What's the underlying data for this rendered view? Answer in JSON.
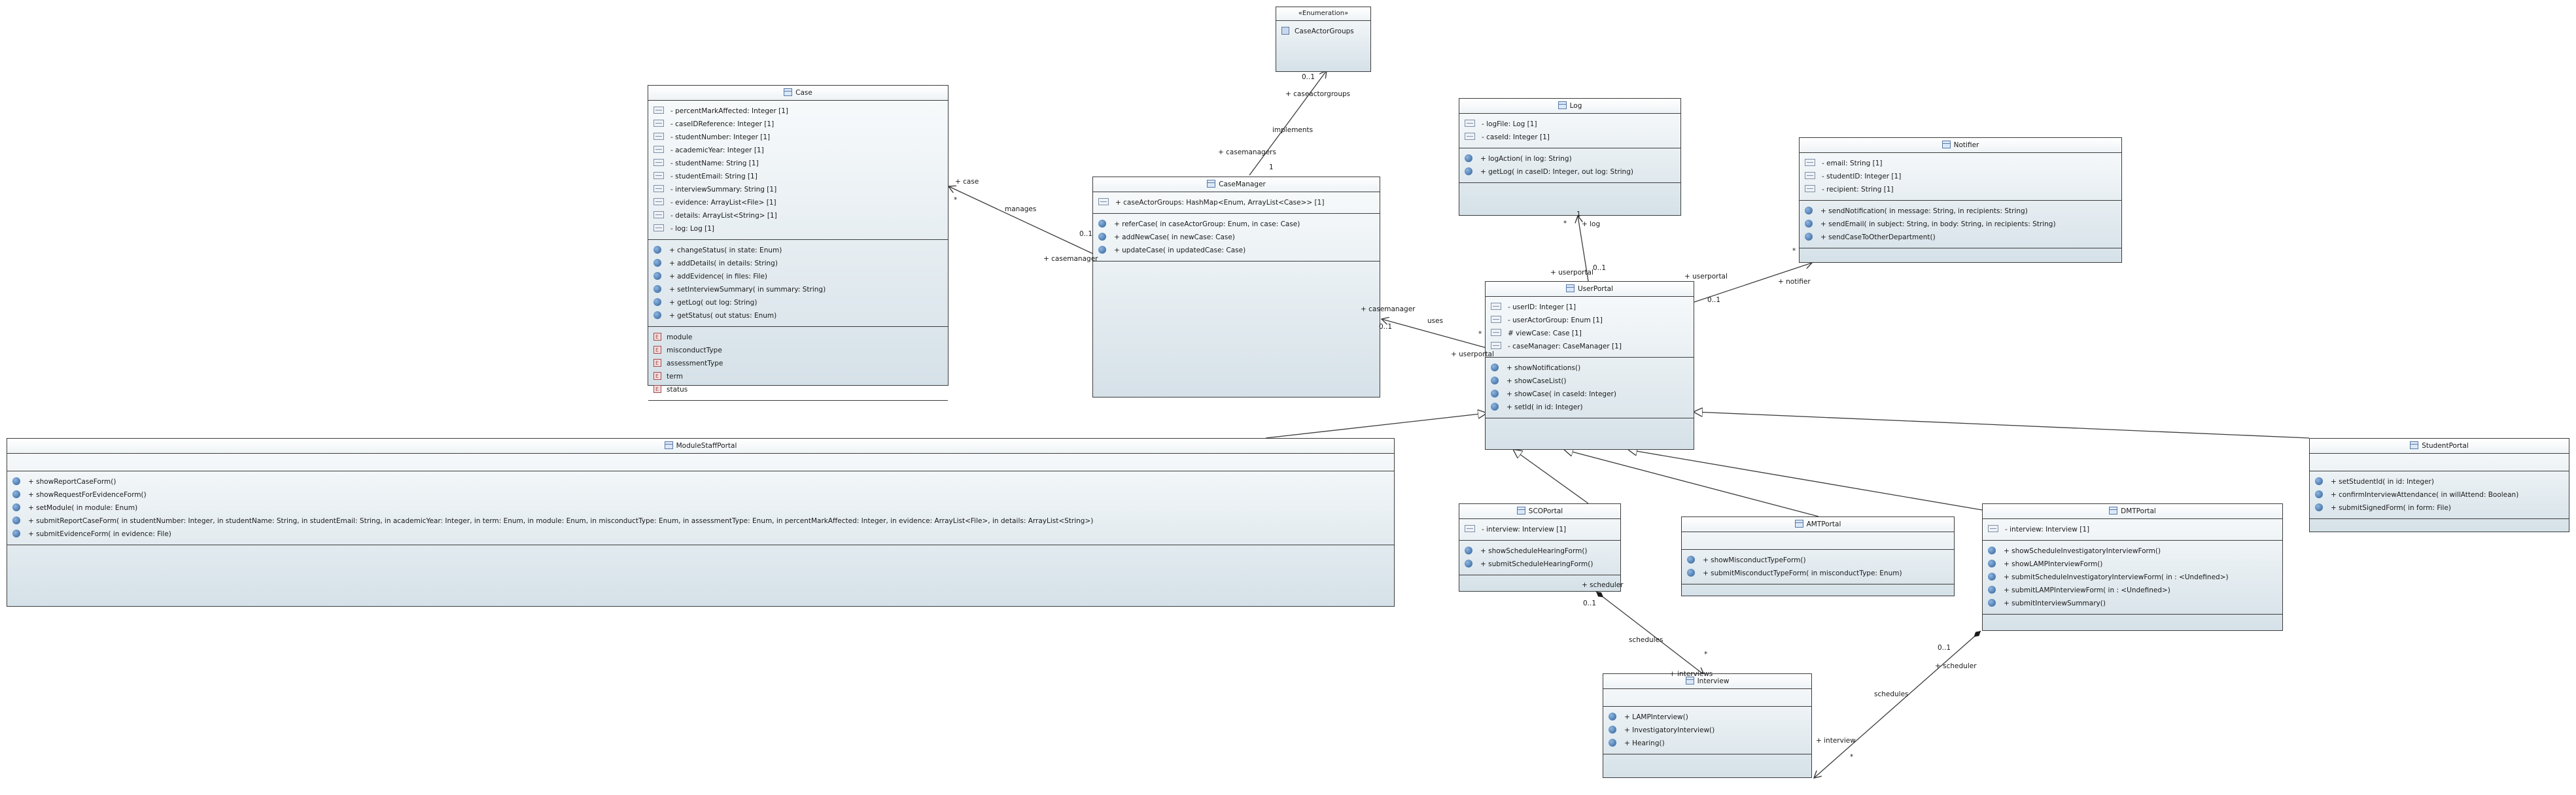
{
  "enumeration": {
    "stereotype": "«Enumeration»",
    "name": "CaseActorGroups",
    "icon": "enumeration-icon"
  },
  "classes": {
    "case": {
      "name": "Case",
      "attributes": [
        "- percentMarkAffected: Integer [1]",
        "- caseIDReference: Integer [1]",
        "- studentNumber: Integer [1]",
        "- academicYear: Integer [1]",
        "- studentName: String [1]",
        "- studentEmail: String [1]",
        "- interviewSummary: String [1]",
        "- evidence: ArrayList<File> [1]",
        "- details: ArrayList<String> [1]",
        "- log: Log [1]"
      ],
      "operations": [
        "+ changeStatus(  in state: Enum)",
        "+ addDetails(  in details: String)",
        "+ addEvidence(  in files: File)",
        "+ setInterviewSummary(  in summary: String)",
        "+ getLog(  out log: String)",
        "+ getStatus(  out status: Enum)"
      ],
      "literals": [
        "module",
        "misconductType",
        "assessmentType",
        "term",
        "status"
      ]
    },
    "casemanager": {
      "name": "CaseManager",
      "attributes": [
        "+ caseActorGroups: HashMap<Enum, ArrayList<Case>> [1]"
      ],
      "operations": [
        "+ referCase(  in caseActorGroup: Enum,   in case: Case)",
        "+ addNewCase(  in newCase: Case)",
        "+ updateCase(  in updatedCase: Case)"
      ]
    },
    "log": {
      "name": "Log",
      "attributes": [
        "- logFile: Log [1]",
        "- caseId: Integer [1]"
      ],
      "operations": [
        "+ logAction(  in log: String)",
        "+ getLog(  in caseID: Integer,   out log: String)"
      ]
    },
    "notifier": {
      "name": "Notifier",
      "attributes": [
        "- email: String [1]",
        "- studentID: Integer [1]",
        "- recipient: String [1]"
      ],
      "operations": [
        "+ sendNotification(  in message: String,   in recipients: String)",
        "+ sendEmail(  in subject: String,   in body: String,   in recipients: String)",
        "+ sendCaseToOtherDepartment()"
      ]
    },
    "userportal": {
      "name": "UserPortal",
      "attributes": [
        "- userID: Integer [1]",
        "- userActorGroup: Enum [1]",
        "# viewCase: Case [1]",
        "- caseManager: CaseManager [1]"
      ],
      "operations": [
        "+ showNotifications()",
        "+ showCaseList()",
        "+ showCase(  in caseId: Integer)",
        "+ setId(  in id: Integer)"
      ]
    },
    "modulestaffportal": {
      "name": "ModuleStaffPortal",
      "attributes": [],
      "operations": [
        "+ showReportCaseForm()",
        "+ showRequestForEvidenceForm()",
        "+ setModule(  in module: Enum)",
        "+ submitReportCaseForm(  in studentNumber: Integer,   in studentName: String,   in studentEmail: String,   in academicYear: Integer,   in term: Enum,   in module: Enum,   in misconductType: Enum,   in assessmentType: Enum,   in percentMarkAffected: Integer,   in evidence: ArrayList<File>,   in details: ArrayList<String>)",
        "+ submitEvidenceForm(  in evidence: File)"
      ]
    },
    "studentportal": {
      "name": "StudentPortal",
      "attributes": [],
      "operations": [
        "+ setStudentId(  in id: Integer)",
        "+ confirmInterviewAttendance(  in willAttend: Boolean)",
        "+ submitSignedForm(  in form: File)"
      ]
    },
    "scoportal": {
      "name": "SCOPortal",
      "attributes": [
        "- interview: Interview [1]"
      ],
      "operations": [
        "+ showScheduleHearingForm()",
        "+ submitScheduleHearingForm()"
      ]
    },
    "amtportal": {
      "name": "AMTPortal",
      "attributes": [],
      "operations": [
        "+ showMisconductTypeForm()",
        "+ submitMisconductTypeForm(  in misconductType: Enum)"
      ]
    },
    "dmtportal": {
      "name": "DMTPortal",
      "attributes": [
        "- interview: Interview [1]"
      ],
      "operations": [
        "+ showScheduleInvestigatoryInterviewForm()",
        "+ showLAMPInterviewForm()",
        "+ submitScheduleInvestigatoryInterviewForm(  in : <Undefined>)",
        "+ submitLAMPInterviewForm(  in : <Undefined>)",
        "+ submitInterviewSummary()"
      ]
    },
    "interview": {
      "name": "Interview",
      "attributes": [],
      "operations": [
        "+ LAMPInterview()",
        "+ InvestigatoryInterview()",
        "+ Hearing()"
      ]
    }
  },
  "edge_labels": {
    "case_role": "+ case",
    "case_mult": "*",
    "manages": "manages",
    "casemanager_mult_a": "0..1",
    "casemanager_role_a": "+ casemanager",
    "implements": "implements",
    "caseactorgroups_role": "+ caseactorgroups",
    "caseactorgroups_mult": "0..1",
    "casemanagers_role": "+ casemanagers",
    "casemanagers_mult": "1",
    "log_role": "+ log",
    "log_mult": "1",
    "log_mult_star": "*",
    "userportal_role_log": "+ userportal",
    "userportal_mult_log": "0..1",
    "userportal_role_notifier": "+ userportal",
    "userportal_mult_notifier": "0..1",
    "notifier_role": "+ notifier",
    "notifier_mult": "*",
    "uses": "uses",
    "casemanager_role_b": "+ casemanager",
    "casemanager_mult_b": "0..1",
    "userportal_role_b": "+ userportal",
    "userportal_mult_b": "*",
    "schedules_a": "schedules",
    "scheduler_a_role": "+ scheduler",
    "scheduler_a_mult": "0..1",
    "interviews_role": "+ interviews",
    "interviews_mult": "*",
    "schedules_b": "schedules",
    "scheduler_b_role": "+ scheduler",
    "scheduler_b_mult": "0..1",
    "interview_role": "+ interview",
    "interview_mult": "*"
  },
  "colors": {
    "class_fill_top": "#f9fbfc",
    "class_fill_bottom": "#d5e1e8",
    "border": "#3c3c3c"
  }
}
